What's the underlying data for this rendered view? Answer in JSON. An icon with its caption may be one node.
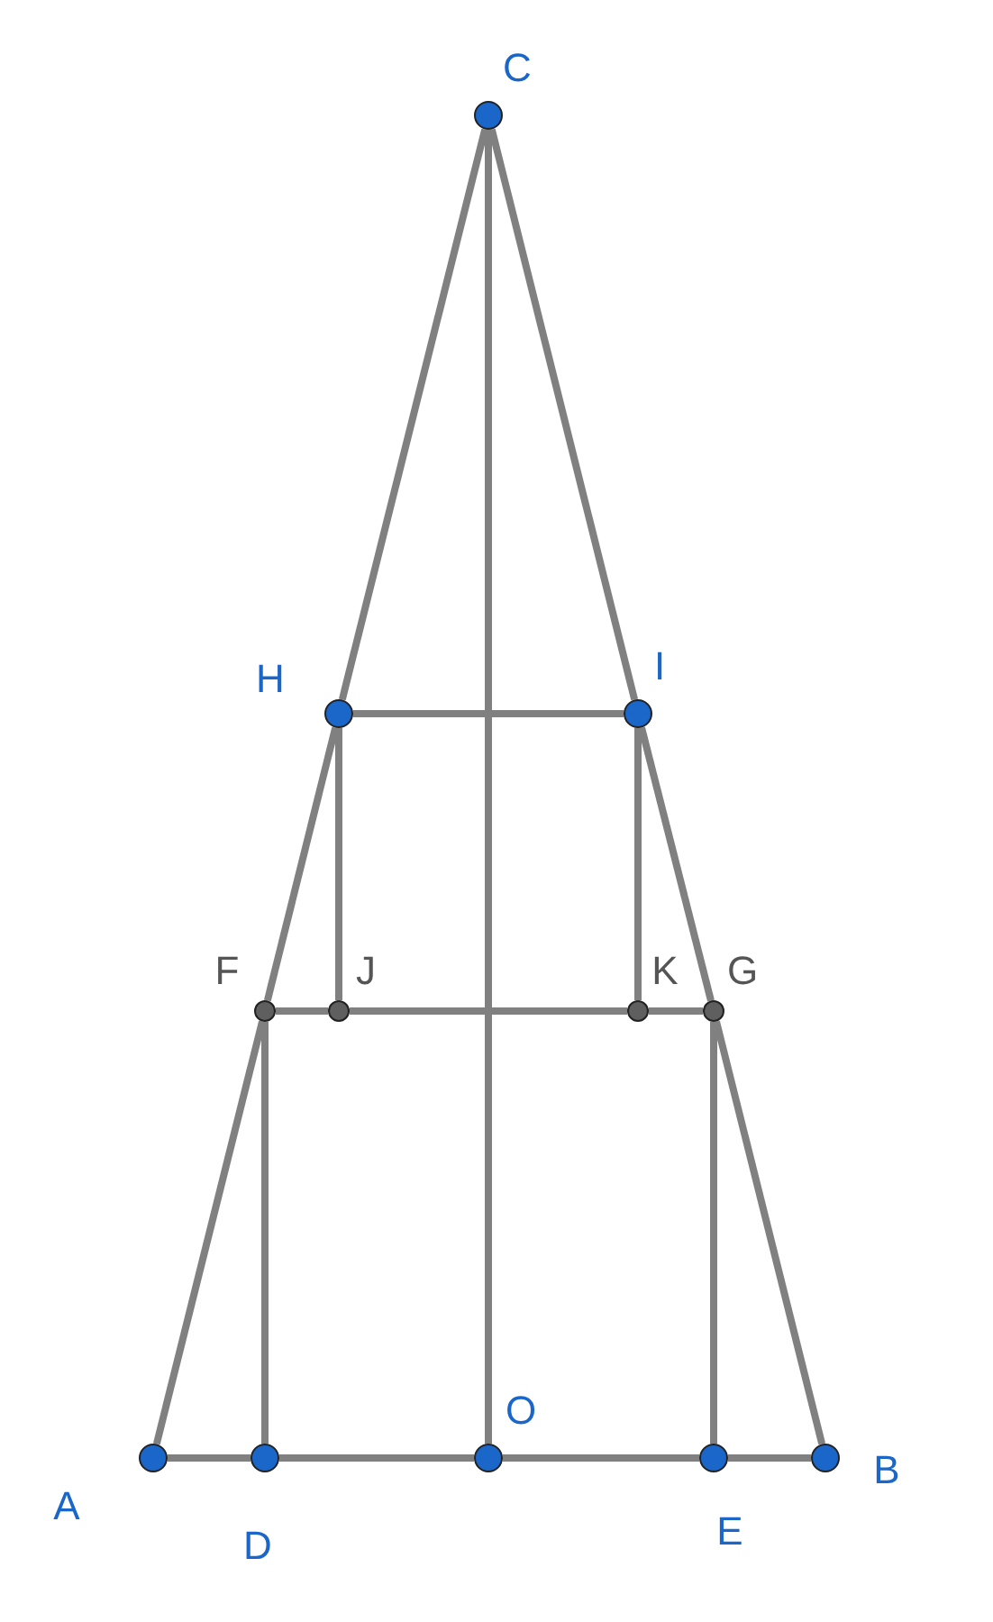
{
  "diagram": {
    "nodes": [
      {
        "text": [
          "C"
        ]
      },
      {
        "text": [
          "H"
        ]
      },
      {
        "text": [
          "I"
        ]
      },
      {
        "text": [
          "F"
        ]
      },
      {
        "text": [
          "J"
        ]
      },
      {
        "text": [
          "K"
        ]
      },
      {
        "text": [
          "G"
        ]
      },
      {
        "text": [
          "A"
        ]
      },
      {
        "text": [
          "D"
        ]
      },
      {
        "text": [
          "O"
        ]
      },
      {
        "text": [
          "E"
        ]
      },
      {
        "text": [
          "B"
        ]
      }
    ],
    "edges": [
      {
        "from": 0,
        "to": 1,
        "arrow": "none"
      },
      {
        "from": 1,
        "to": 3,
        "arrow": "none"
      },
      {
        "from": 3,
        "to": 7,
        "arrow": "none"
      },
      {
        "from": 0,
        "to": 2,
        "arrow": "none"
      },
      {
        "from": 2,
        "to": 6,
        "arrow": "none"
      },
      {
        "from": 6,
        "to": 11,
        "arrow": "none"
      },
      {
        "from": 0,
        "to": 9,
        "arrow": "none"
      },
      {
        "from": 1,
        "to": 2,
        "arrow": "none"
      },
      {
        "from": 1,
        "to": 4,
        "arrow": "none"
      },
      {
        "from": 2,
        "to": 5,
        "arrow": "none"
      },
      {
        "from": 3,
        "to": 4,
        "arrow": "none"
      },
      {
        "from": 4,
        "to": 5,
        "arrow": "none"
      },
      {
        "from": 5,
        "to": 6,
        "arrow": "none"
      },
      {
        "from": 7,
        "to": 8,
        "arrow": "none"
      },
      {
        "from": 8,
        "to": 9,
        "arrow": "none"
      },
      {
        "from": 9,
        "to": 10,
        "arrow": "none"
      },
      {
        "from": 10,
        "to": 11,
        "arrow": "none"
      },
      {
        "from": 3,
        "to": 8,
        "arrow": "none"
      },
      {
        "from": 6,
        "to": 10,
        "arrow": "none"
      }
    ]
  }
}
